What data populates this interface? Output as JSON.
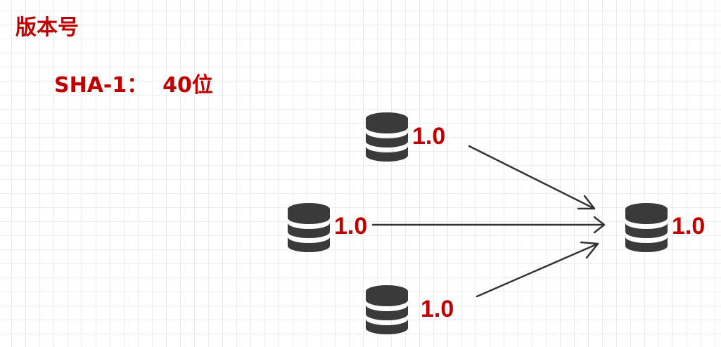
{
  "header": {
    "title": "版本号"
  },
  "hash": {
    "label": "SHA-1：  40位"
  },
  "nodes": [
    {
      "id": "top",
      "icon": "database-icon",
      "version": "1.0"
    },
    {
      "id": "middle",
      "icon": "database-icon",
      "version": "1.0"
    },
    {
      "id": "bottom",
      "icon": "database-icon",
      "version": "1.0"
    },
    {
      "id": "target",
      "icon": "database-icon",
      "version": "1.0"
    }
  ],
  "colors": {
    "accent": "#c00000",
    "icon": "#3a3a3a",
    "arrow": "#333333"
  }
}
